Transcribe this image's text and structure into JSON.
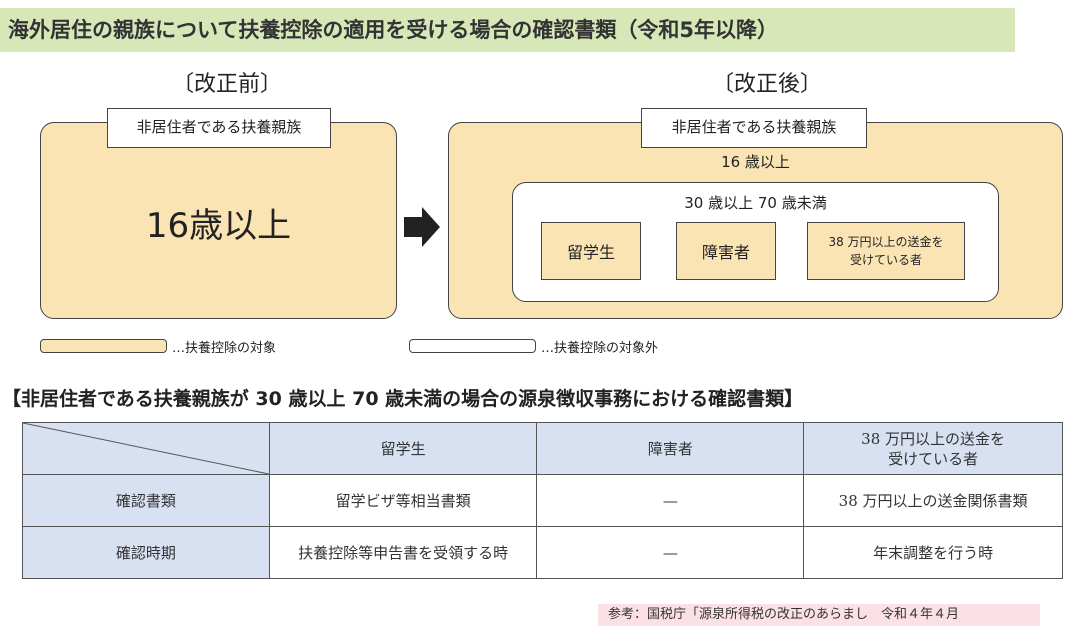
{
  "page_title": "海外居住の親族について扶養控除の適用を受ける場合の確認書類（令和5年以降）",
  "before": {
    "section_label": "〔改正前〕",
    "tag": "非居住者である扶養親族",
    "age": "16歳以上"
  },
  "after": {
    "section_label": "〔改正後〕",
    "tag": "非居住者である扶養親族",
    "age": "16 歳以上",
    "range": "30 歳以上 70 歳未満",
    "categories": {
      "student": "留学生",
      "disabled": "障害者",
      "remit_line1": "38 万円以上の送金を",
      "remit_line2": "受けている者"
    }
  },
  "legend": {
    "target": "…扶養控除の対象",
    "excluded": "…扶養控除の対象外"
  },
  "table": {
    "heading": "【非居住者である扶養親族が 30 歳以上 70 歳未満の場合の源泉徴収事務における確認書類】",
    "columns": {
      "student": "留学生",
      "disabled": "障害者",
      "remit_line1": "38 万円以上の送金を",
      "remit_line2": "受けている者"
    },
    "rows": [
      {
        "label": "確認書類",
        "student": "留学ビザ等相当書類",
        "disabled": "—",
        "remit": "38 万円以上の送金関係書類"
      },
      {
        "label": "確認時期",
        "student": "扶養控除等申告書を受領する時",
        "disabled": "—",
        "remit": "年末調整を行う時"
      }
    ]
  },
  "reference": "参考：国税庁「源泉所得税の改正のあらまし　令和４年４月",
  "colors": {
    "title_bg": "#d7e7b8",
    "target_fill": "#fae4b3",
    "table_header_bg": "#d8e1f2",
    "reference_bg": "#fbe0e6"
  },
  "icons": {
    "arrow": "arrow-right-icon"
  }
}
